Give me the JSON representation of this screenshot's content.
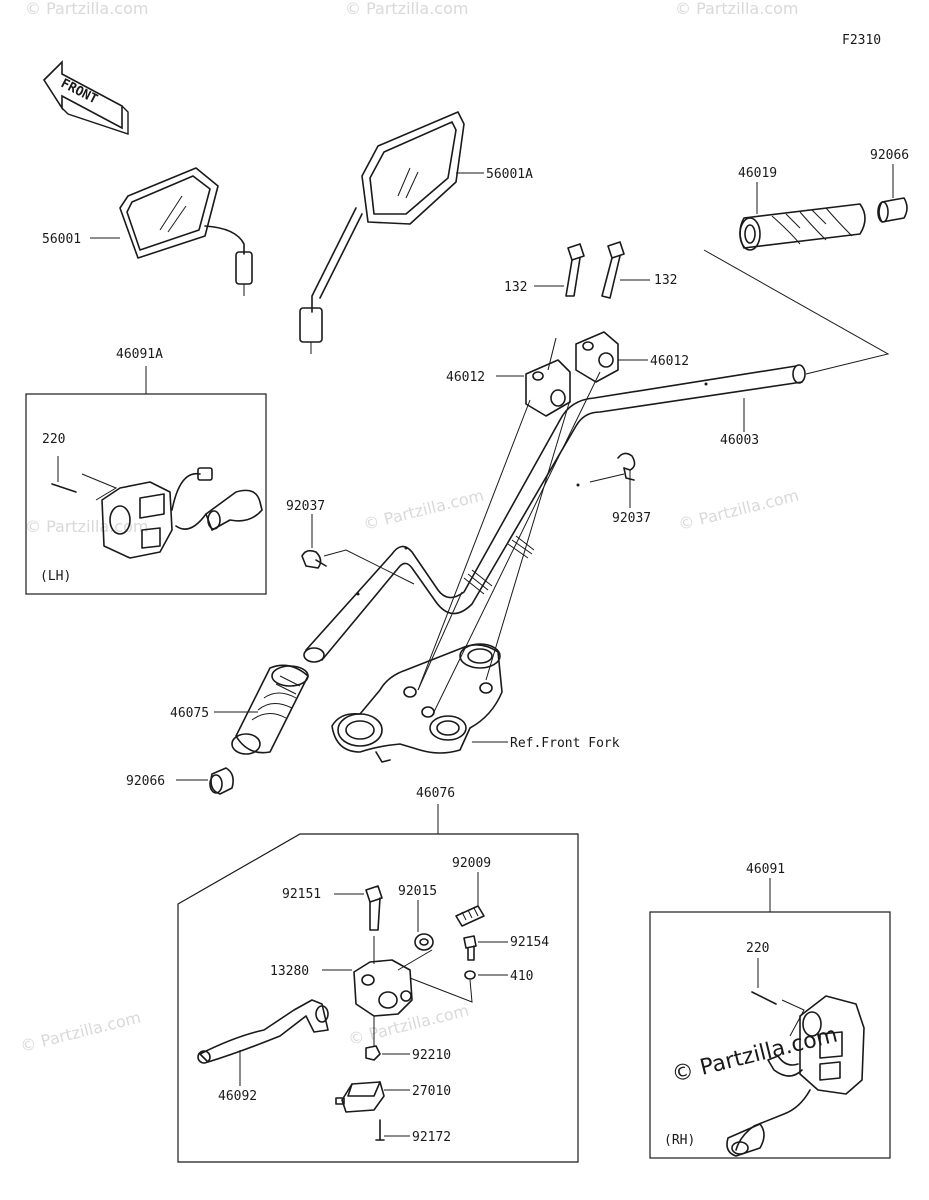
{
  "diagram_code": "F2310",
  "front_arrow_text": "FRONT",
  "watermark": "© Partzilla.com",
  "labels": {
    "p56001": "56001",
    "p56001A": "56001A",
    "p46019": "46019",
    "p92066_top": "92066",
    "p132_left": "132",
    "p132_right": "132",
    "p46012_left": "46012",
    "p46012_right": "46012",
    "p46003": "46003",
    "p46091A": "46091A",
    "p220_lh": "220",
    "lh_tag": "(LH)",
    "p92037_left": "92037",
    "p92037_right": "92037",
    "p46075": "46075",
    "p92066_bottom": "92066",
    "ref_front_fork": "Ref.Front Fork",
    "p46076": "46076",
    "p92009": "92009",
    "p92151": "92151",
    "p92015": "92015",
    "p92154": "92154",
    "p13280": "13280",
    "p410": "410",
    "p92210": "92210",
    "p46092": "46092",
    "p27010": "27010",
    "p92172": "92172",
    "p46091": "46091",
    "p220_rh": "220",
    "rh_tag": "(RH)"
  }
}
